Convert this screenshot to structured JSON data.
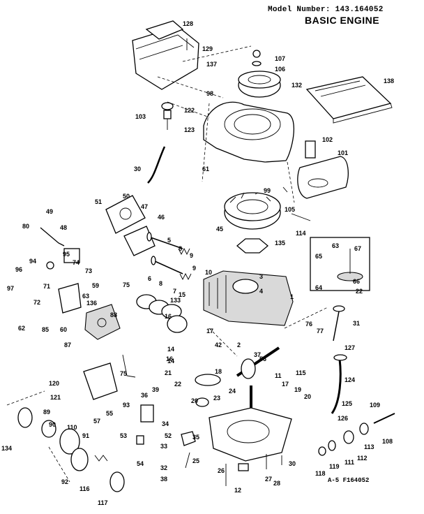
{
  "header": {
    "model_number": "Model Number: 143.164052",
    "title": "BASIC ENGINE",
    "figure_ref": "A-5 F164052"
  },
  "parts": [
    {
      "id": "p128",
      "label": "128"
    },
    {
      "id": "p129",
      "label": "129"
    },
    {
      "id": "p137",
      "label": "137"
    },
    {
      "id": "p107",
      "label": "107"
    },
    {
      "id": "p106",
      "label": "106"
    },
    {
      "id": "p132",
      "label": "132"
    },
    {
      "id": "p138",
      "label": "138"
    },
    {
      "id": "p98",
      "label": "98"
    },
    {
      "id": "p122",
      "label": "122"
    },
    {
      "id": "p103",
      "label": "103"
    },
    {
      "id": "p123",
      "label": "123"
    },
    {
      "id": "p102",
      "label": "102"
    },
    {
      "id": "p101",
      "label": "101"
    },
    {
      "id": "p30a",
      "label": "30"
    },
    {
      "id": "p61",
      "label": "61"
    },
    {
      "id": "p99",
      "label": "99"
    },
    {
      "id": "p105",
      "label": "105"
    },
    {
      "id": "p114",
      "label": "114"
    },
    {
      "id": "p135",
      "label": "135"
    },
    {
      "id": "p45",
      "label": "45"
    },
    {
      "id": "p51",
      "label": "51"
    },
    {
      "id": "p50",
      "label": "50"
    },
    {
      "id": "p49",
      "label": "49"
    },
    {
      "id": "p47",
      "label": "47"
    },
    {
      "id": "p48",
      "label": "48"
    },
    {
      "id": "p46",
      "label": "46"
    },
    {
      "id": "p80",
      "label": "80"
    },
    {
      "id": "p95",
      "label": "95"
    },
    {
      "id": "p94",
      "label": "94"
    },
    {
      "id": "p74",
      "label": "74"
    },
    {
      "id": "p73",
      "label": "73"
    },
    {
      "id": "p96",
      "label": "96"
    },
    {
      "id": "p97",
      "label": "97"
    },
    {
      "id": "p71",
      "label": "71"
    },
    {
      "id": "p72",
      "label": "72"
    },
    {
      "id": "p59",
      "label": "59"
    },
    {
      "id": "p63a",
      "label": "63"
    },
    {
      "id": "p75a",
      "label": "75"
    },
    {
      "id": "p5",
      "label": "5"
    },
    {
      "id": "p8a",
      "label": "8"
    },
    {
      "id": "p9a",
      "label": "9"
    },
    {
      "id": "p6",
      "label": "6"
    },
    {
      "id": "p8b",
      "label": "8"
    },
    {
      "id": "p9b",
      "label": "9"
    },
    {
      "id": "p7",
      "label": "7"
    },
    {
      "id": "p10",
      "label": "10"
    },
    {
      "id": "p133",
      "label": "133"
    },
    {
      "id": "p3",
      "label": "3"
    },
    {
      "id": "p4",
      "label": "4"
    },
    {
      "id": "p1",
      "label": "1"
    },
    {
      "id": "p63b",
      "label": "63"
    },
    {
      "id": "p67",
      "label": "67"
    },
    {
      "id": "p65",
      "label": "65"
    },
    {
      "id": "p66",
      "label": "66"
    },
    {
      "id": "p64",
      "label": "64"
    },
    {
      "id": "p22a",
      "label": "22"
    },
    {
      "id": "p31",
      "label": "31"
    },
    {
      "id": "p127",
      "label": "127"
    },
    {
      "id": "p62",
      "label": "62"
    },
    {
      "id": "p85",
      "label": "85"
    },
    {
      "id": "p60",
      "label": "60"
    },
    {
      "id": "p136",
      "label": "136"
    },
    {
      "id": "p88",
      "label": "88"
    },
    {
      "id": "p87",
      "label": "87"
    },
    {
      "id": "p15",
      "label": "15"
    },
    {
      "id": "p16",
      "label": "16"
    },
    {
      "id": "p14a",
      "label": "14"
    },
    {
      "id": "p14b",
      "label": "14"
    },
    {
      "id": "p16b",
      "label": "16"
    },
    {
      "id": "p17a",
      "label": "17"
    },
    {
      "id": "p42",
      "label": "42"
    },
    {
      "id": "p2",
      "label": "2"
    },
    {
      "id": "p37",
      "label": "37"
    },
    {
      "id": "p56",
      "label": "56"
    },
    {
      "id": "p76",
      "label": "76"
    },
    {
      "id": "p77",
      "label": "77"
    },
    {
      "id": "p115",
      "label": "115"
    },
    {
      "id": "p124",
      "label": "124"
    },
    {
      "id": "p75b",
      "label": "75"
    },
    {
      "id": "p120",
      "label": "120"
    },
    {
      "id": "p39",
      "label": "39"
    },
    {
      "id": "p21",
      "label": "21"
    },
    {
      "id": "p18",
      "label": "18"
    },
    {
      "id": "p11",
      "label": "11"
    },
    {
      "id": "p22b",
      "label": "22"
    },
    {
      "id": "p20a",
      "label": "20"
    },
    {
      "id": "p17b",
      "label": "17"
    },
    {
      "id": "p19",
      "label": "19"
    },
    {
      "id": "p20b",
      "label": "20"
    },
    {
      "id": "p125",
      "label": "125"
    },
    {
      "id": "p109",
      "label": "109"
    },
    {
      "id": "p121",
      "label": "121"
    },
    {
      "id": "p93",
      "label": "93"
    },
    {
      "id": "p36",
      "label": "36"
    },
    {
      "id": "p24",
      "label": "24"
    },
    {
      "id": "p23",
      "label": "23"
    },
    {
      "id": "p126",
      "label": "126"
    },
    {
      "id": "p108",
      "label": "108"
    },
    {
      "id": "p89",
      "label": "89"
    },
    {
      "id": "p90",
      "label": "90"
    },
    {
      "id": "p55",
      "label": "55"
    },
    {
      "id": "p57",
      "label": "57"
    },
    {
      "id": "p134",
      "label": "134"
    },
    {
      "id": "p110",
      "label": "110"
    },
    {
      "id": "p91",
      "label": "91"
    },
    {
      "id": "p53",
      "label": "53"
    },
    {
      "id": "p34",
      "label": "34"
    },
    {
      "id": "p52",
      "label": "52"
    },
    {
      "id": "p35",
      "label": "35"
    },
    {
      "id": "p33",
      "label": "33"
    },
    {
      "id": "p113",
      "label": "113"
    },
    {
      "id": "p112",
      "label": "112"
    },
    {
      "id": "p54",
      "label": "54"
    },
    {
      "id": "p25",
      "label": "25"
    },
    {
      "id": "p111",
      "label": "111"
    },
    {
      "id": "p119",
      "label": "119"
    },
    {
      "id": "p118",
      "label": "118"
    },
    {
      "id": "p30b",
      "label": "30"
    },
    {
      "id": "p92",
      "label": "92"
    },
    {
      "id": "p116",
      "label": "116"
    },
    {
      "id": "p32",
      "label": "32"
    },
    {
      "id": "p38",
      "label": "38"
    },
    {
      "id": "p26",
      "label": "26"
    },
    {
      "id": "p27",
      "label": "27"
    },
    {
      "id": "p28",
      "label": "28"
    },
    {
      "id": "p117",
      "label": "117"
    },
    {
      "id": "p12",
      "label": "12"
    }
  ]
}
